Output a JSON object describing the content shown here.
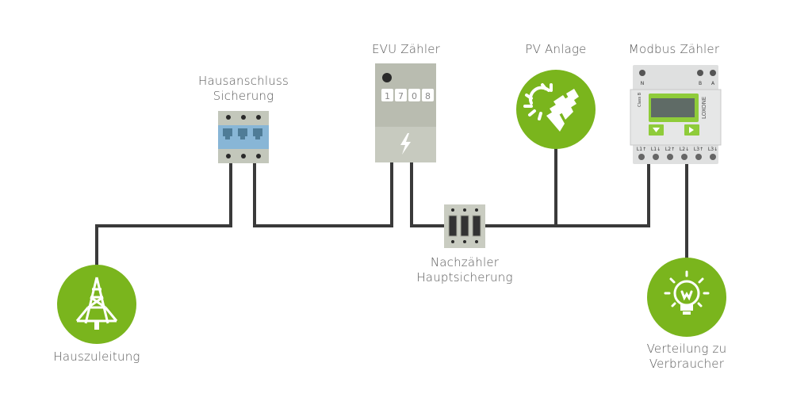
{
  "colors": {
    "accent_green": "#7ab51d",
    "wire": "#3a3a3a",
    "device_gray": "#c3c7bb",
    "device_gray_light": "#d1d4ca",
    "fuse_blue": "#88b6d6",
    "fuse_blue_dark": "#4f7c97",
    "meter_screen": "#5f6b66",
    "meter_body": "#e2e3e3"
  },
  "nodes": {
    "hauszuleitung": {
      "label": "Hauszuleitung",
      "icon": "power-tower-icon"
    },
    "hausanschluss": {
      "label_line1": "Hausanschluss",
      "label_line2": "Sicherung",
      "icon": "fuse-icon"
    },
    "evu_zaehler": {
      "label": "EVU Zähler",
      "icon": "electricity-meter-icon",
      "digits": [
        "1",
        "7",
        "0",
        "8"
      ]
    },
    "nachzaehler": {
      "label_line1": "Nachzähler",
      "label_line2": "Hauptsicherung",
      "icon": "fuse-icon"
    },
    "pv_anlage": {
      "label": "PV Anlage",
      "icon": "solar-panel-icon"
    },
    "modbus_zaehler": {
      "label": "Modbus Zähler",
      "icon": "modbus-meter-icon",
      "top_terminals": [
        "N",
        "B",
        "A"
      ],
      "bottom_terminals": [
        "L1↑",
        "L1↓",
        "L2↑",
        "L2↓",
        "L3↑",
        "L3↓"
      ],
      "side_label": "Class B",
      "brand": "LOXONE"
    },
    "verbraucher": {
      "label_line1": "Verteilung zu",
      "label_line2": "Verbraucher",
      "icon": "light-bulb-icon"
    }
  }
}
